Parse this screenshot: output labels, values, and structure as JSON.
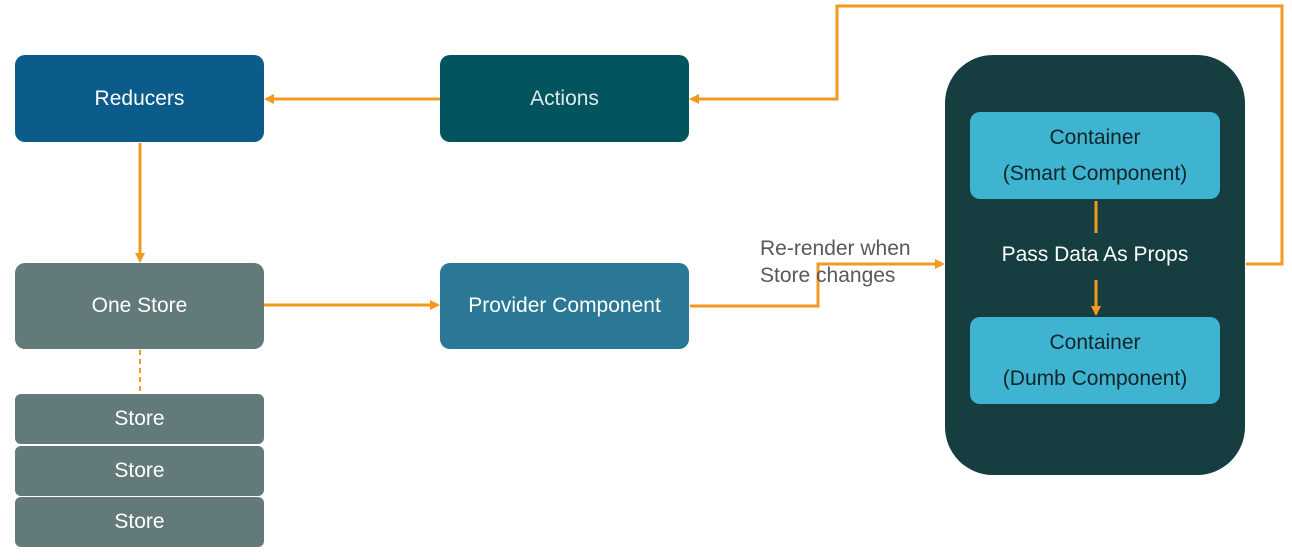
{
  "nodes": {
    "reducers": "Reducers",
    "actions": "Actions",
    "one_store": "One Store",
    "provider": "Provider Component",
    "stores": [
      "Store",
      "Store",
      "Store"
    ],
    "smart_container": {
      "title": "Container",
      "subtitle": "(Smart Component)"
    },
    "dumb_container": {
      "title": "Container",
      "subtitle": "(Dumb Component)"
    }
  },
  "labels": {
    "pass_data": "Pass Data As Props",
    "rerender_line1": "Re-render when",
    "rerender_line2": "Store changes"
  },
  "colors": {
    "arrow": "#f29a1f",
    "reducers": "#0b5c8a",
    "actions": "#02545f",
    "store": "#627a7a",
    "provider": "#2b7896",
    "panel": "#163d3f",
    "container": "#3fb4d1"
  }
}
